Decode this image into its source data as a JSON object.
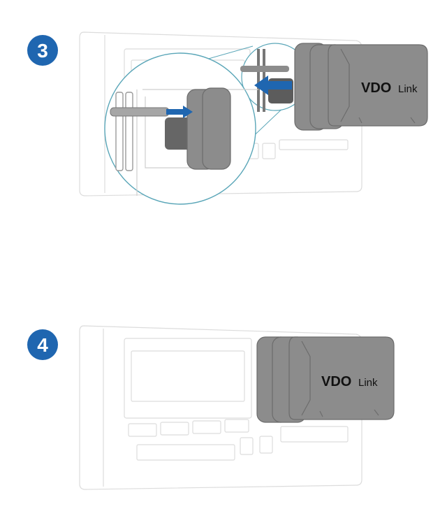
{
  "colors": {
    "badge": "#1f66b0",
    "arrow": "#1f66b0",
    "device_body": "#8c8c8c",
    "device_dark": "#555555",
    "outline": "#dcdcdc",
    "zoom_ring": "#5aa6b8"
  },
  "steps": [
    {
      "number": "3",
      "device": {
        "brand": "VDO",
        "model": "Link"
      }
    },
    {
      "number": "4",
      "device": {
        "brand": "VDO",
        "model": "Link"
      }
    }
  ]
}
